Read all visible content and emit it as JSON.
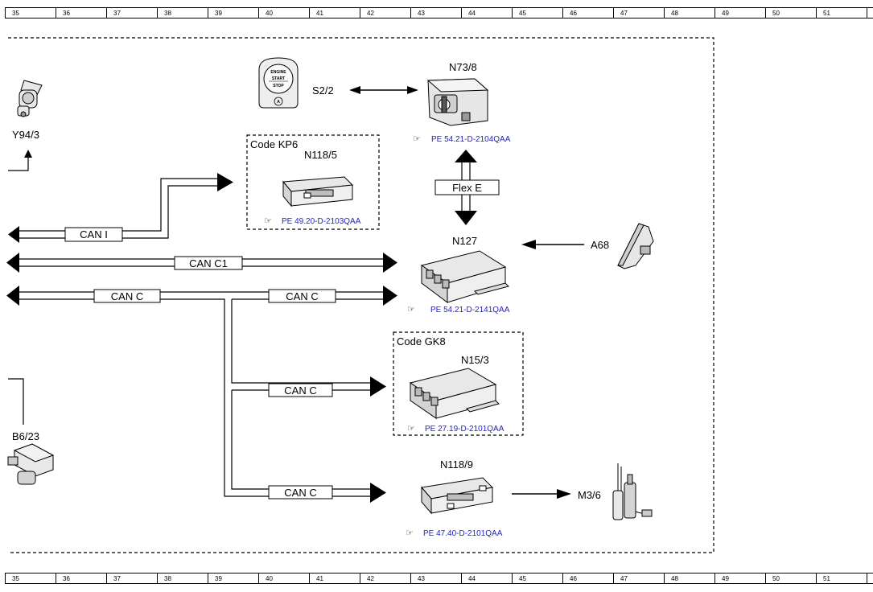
{
  "ruler": {
    "numbers": [
      "35",
      "36",
      "37",
      "38",
      "39",
      "40",
      "41",
      "42",
      "43",
      "44",
      "45",
      "46",
      "47",
      "48",
      "49",
      "50",
      "51"
    ]
  },
  "components": {
    "y94_3": "Y94/3",
    "b6_23": "B6/23",
    "s2_2": "S2/2",
    "n73_8": "N73/8",
    "n118_5": "N118/5",
    "n127": "N127",
    "a68": "A68",
    "n15_3": "N15/3",
    "n118_9": "N118/9",
    "m3_6": "M3/6"
  },
  "start_button": {
    "line1": "ENGINE",
    "line2": "START",
    "line3": "STOP",
    "symbol": "A"
  },
  "code_boxes": {
    "kp6": "Code KP6",
    "gk8": "Code GK8"
  },
  "buses": {
    "can_i": "CAN I",
    "can_c1": "CAN C1",
    "can_c_left": "CAN C",
    "can_c_n127": "CAN C",
    "can_c_n15": "CAN C",
    "can_c_n118": "CAN C",
    "flex_e": "Flex E"
  },
  "references": {
    "n73_8": "PE 54.21-D-2104QAA",
    "n118_5": "PE 49.20-D-2103QAA",
    "n127": "PE 54.21-D-2141QAA",
    "n15_3": "PE 27.19-D-2101QAA",
    "n118_9": "PE 47.40-D-2101QAA"
  },
  "colors": {
    "reference_text": "#1f1fcc",
    "line": "#000000"
  },
  "icons": {
    "reference_hand": "pointing-hand-icon"
  }
}
